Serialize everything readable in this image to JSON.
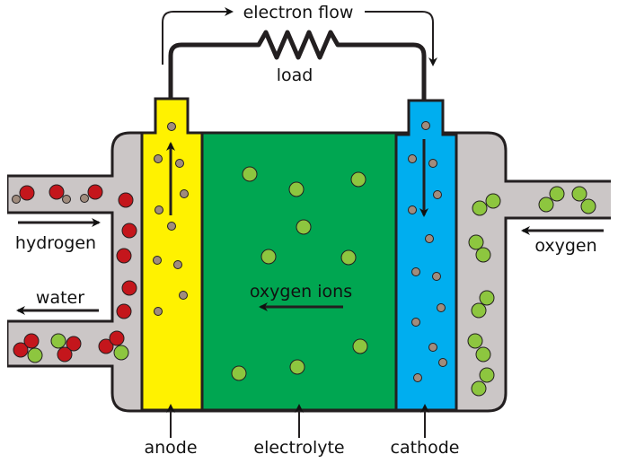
{
  "labels": {
    "electron_flow": "electron flow",
    "load": "load",
    "hydrogen": "hydrogen",
    "water": "water",
    "oxygen": "oxygen",
    "oxygen_ions": "oxygen ions",
    "anode": "anode",
    "electrolyte": "electrolyte",
    "cathode": "cathode"
  },
  "colors": {
    "housing": "#cbc6c6",
    "anode": "#fff200",
    "electrolyte": "#00a651",
    "cathode": "#00aeef",
    "hydrogen_atom": "#c4161c",
    "oxygen_atom": "#8dc63f",
    "electron": "#a08c7d"
  }
}
